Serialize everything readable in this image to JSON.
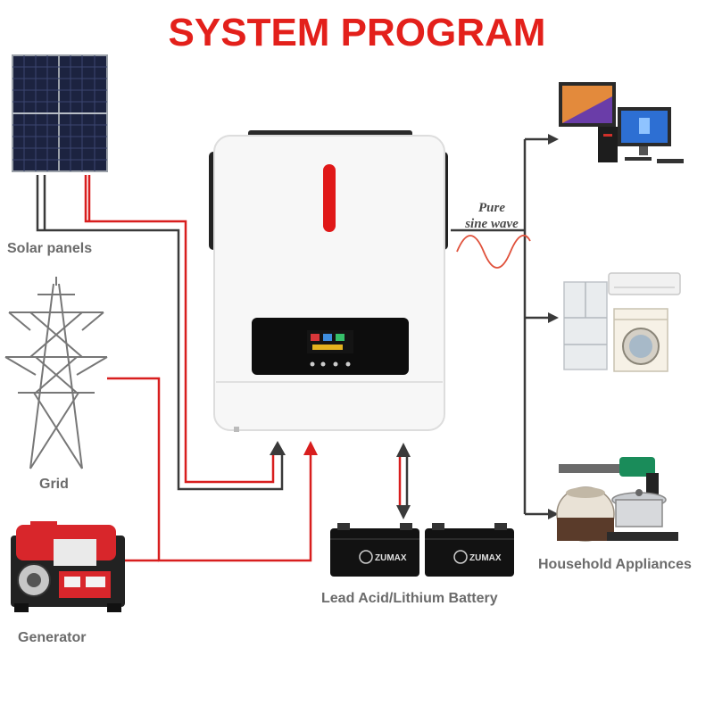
{
  "title": "SYSTEM PROGRAM",
  "labels": {
    "solar": "Solar panels",
    "grid": "Grid",
    "generator": "Generator",
    "battery": "Lead Acid/Lithium Battery",
    "appliances": "Household Appliances",
    "wave_line1": "Pure",
    "wave_line2": "sine wave"
  },
  "battery_brand": "ZUMAX",
  "colors": {
    "title": "#e3201b",
    "line_red": "#d81e1e",
    "line_dark": "#3a3a3a",
    "label": "#6b6b6b"
  },
  "icons": [
    "solar-panel-icon",
    "transmission-tower-icon",
    "generator-icon",
    "inverter-icon",
    "battery-icon",
    "computer-icon",
    "refrigerator-icon",
    "washing-machine-icon",
    "air-conditioner-icon",
    "power-tool-icon",
    "rice-cooker-icon",
    "pot-icon"
  ]
}
